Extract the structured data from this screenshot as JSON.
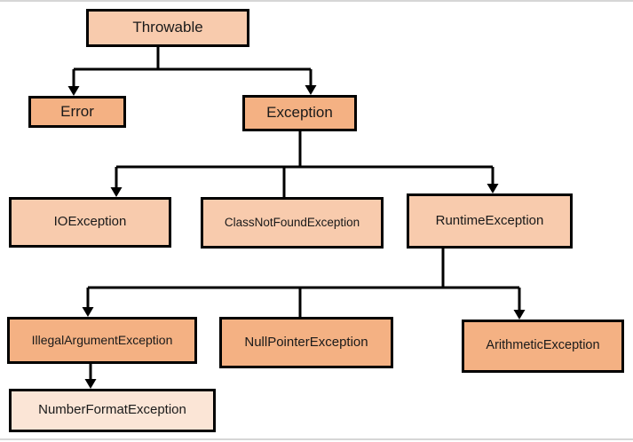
{
  "diagram": {
    "type": "hierarchy",
    "description": "Java exception class hierarchy",
    "colors": {
      "fill_light": "#F8CBAD",
      "fill_medium": "#F4B183",
      "fill_lightest": "#FBE5D6",
      "border": "#000000",
      "connector": "#000000",
      "page_edge_line": "#d6d6d6",
      "text": "#1a1a1a"
    },
    "nodes": [
      {
        "id": "throwable",
        "label": "Throwable",
        "fill": "#F8CBAD"
      },
      {
        "id": "error",
        "label": "Error",
        "fill": "#F4B183"
      },
      {
        "id": "exception",
        "label": "Exception",
        "fill": "#F4B183"
      },
      {
        "id": "ioexception",
        "label": "IOException",
        "fill": "#F8CBAD"
      },
      {
        "id": "classnotfoundexception",
        "label": "ClassNotFoundException",
        "fill": "#F8CBAD"
      },
      {
        "id": "runtimeexception",
        "label": "RuntimeException",
        "fill": "#F8CBAD"
      },
      {
        "id": "illegalargumentexception",
        "label": "IllegalArgumentException",
        "fill": "#F4B183"
      },
      {
        "id": "nullpointerexception",
        "label": "NullPointerException",
        "fill": "#F4B183"
      },
      {
        "id": "arithmeticexception",
        "label": "ArithmeticException",
        "fill": "#F4B183"
      },
      {
        "id": "numberformatexception",
        "label": "NumberFormatException",
        "fill": "#FBE5D6"
      }
    ],
    "edges": [
      {
        "from": "Throwable",
        "to": "Error",
        "arrowhead": true
      },
      {
        "from": "Throwable",
        "to": "Exception",
        "arrowhead": true
      },
      {
        "from": "Exception",
        "to": "IOException",
        "arrowhead": true
      },
      {
        "from": "Exception",
        "to": "ClassNotFoundException",
        "arrowhead": false
      },
      {
        "from": "Exception",
        "to": "RuntimeException",
        "arrowhead": true
      },
      {
        "from": "RuntimeException",
        "to": "IllegalArgumentException",
        "arrowhead": true
      },
      {
        "from": "RuntimeException",
        "to": "NullPointerException",
        "arrowhead": false
      },
      {
        "from": "RuntimeException",
        "to": "ArithmeticException",
        "arrowhead": true
      },
      {
        "from": "IllegalArgumentException",
        "to": "NumberFormatException",
        "arrowhead": true
      }
    ]
  }
}
